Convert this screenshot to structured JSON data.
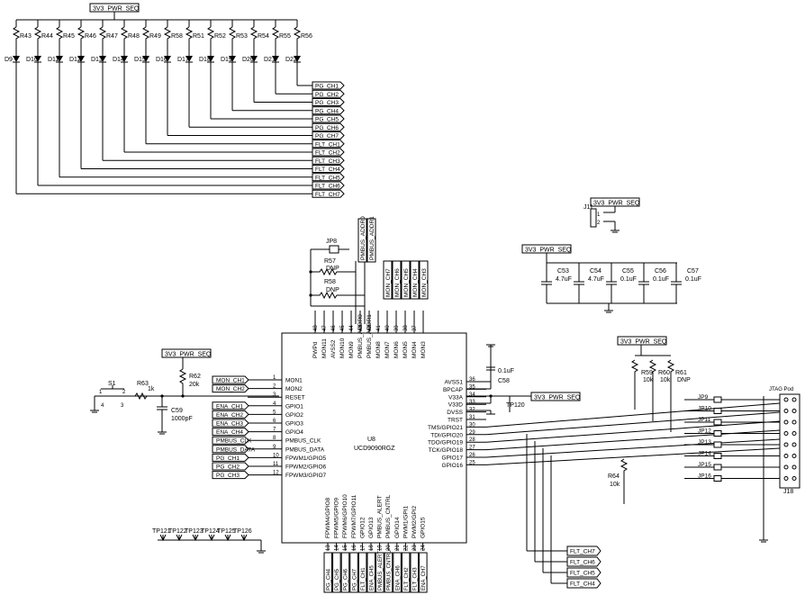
{
  "supply_tag": "3V3_PWR_SEQ",
  "top_resistors": [
    "R43",
    "R44",
    "R45",
    "R46",
    "R47",
    "R48",
    "R49",
    "R58",
    "R51",
    "R52",
    "R53",
    "R54",
    "R55",
    "R56"
  ],
  "top_leds": [
    "D9",
    "D10",
    "D11",
    "D12",
    "D13",
    "D14",
    "D15",
    "D16",
    "D17",
    "D18",
    "D19",
    "D20",
    "D21",
    "D22"
  ],
  "pg_flt_labels": [
    "PG_CH1",
    "PG_CH2",
    "PG_CH3",
    "PG_CH4",
    "PG_CH5",
    "PG_CH6",
    "PG_CH7",
    "FLT_CH1",
    "FLT_CH2",
    "FLT_CH3",
    "FLT_CH4",
    "FLT_CH5",
    "FLT_CH6",
    "FLT_CH7"
  ],
  "ic": {
    "ref": "U8",
    "part": "UCD9090RGZ"
  },
  "left_pins": [
    {
      "num": "1",
      "name": "MON1",
      "net": "MON_CH1"
    },
    {
      "num": "2",
      "name": "MON2",
      "net": "MON_CH2"
    },
    {
      "num": "3",
      "name": "RESET",
      "net": ""
    },
    {
      "num": "4",
      "name": "GPIO1",
      "net": "ENA_CH1"
    },
    {
      "num": "5",
      "name": "GPIO2",
      "net": "ENA_CH2"
    },
    {
      "num": "6",
      "name": "GPIO3",
      "net": "ENA_CH3"
    },
    {
      "num": "7",
      "name": "GPIO4",
      "net": "ENA_CH4"
    },
    {
      "num": "8",
      "name": "PMBUS_CLK",
      "net": "PMBUS_CLK"
    },
    {
      "num": "9",
      "name": "PMBUS_DATA",
      "net": "PMBUS_DATA"
    },
    {
      "num": "10",
      "name": "FPWM1/GPIO5",
      "net": "PG_CH1"
    },
    {
      "num": "11",
      "name": "FPWM2/GPIO6",
      "net": "PG_CH2"
    },
    {
      "num": "12",
      "name": "FPWM3/GPIO7",
      "net": "PG_CH3"
    }
  ],
  "right_pins": [
    {
      "num": "36",
      "name": "AVSS1"
    },
    {
      "num": "35",
      "name": "BPCAP"
    },
    {
      "num": "34",
      "name": "V33A"
    },
    {
      "num": "33",
      "name": "V33D"
    },
    {
      "num": "32",
      "name": "DVSS"
    },
    {
      "num": "31",
      "name": "TRST"
    },
    {
      "num": "30",
      "name": "TMS/GPIO21"
    },
    {
      "num": "29",
      "name": "TDI/GPIO20"
    },
    {
      "num": "28",
      "name": "TDO/GPIO19"
    },
    {
      "num": "27",
      "name": "TCK/GPIO18"
    },
    {
      "num": "26",
      "name": "GPIO17"
    },
    {
      "num": "25",
      "name": "GPIO16"
    }
  ],
  "top_pins": [
    {
      "num": "48",
      "name": "PWPd"
    },
    {
      "num": "47",
      "name": "MON11"
    },
    {
      "num": "46",
      "name": "AVSS2"
    },
    {
      "num": "45",
      "name": "MON10"
    },
    {
      "num": "44",
      "name": "MON9"
    },
    {
      "num": "43",
      "name": "PMBUS_ADDR0"
    },
    {
      "num": "42",
      "name": "PMBUS_ADDR1"
    },
    {
      "num": "41",
      "name": "MON8"
    },
    {
      "num": "40",
      "name": "MON7"
    },
    {
      "num": "39",
      "name": "MON6"
    },
    {
      "num": "38",
      "name": "MON5"
    },
    {
      "num": "37",
      "name": "MON4"
    },
    {
      "num": "",
      "name": "MON3"
    }
  ],
  "bottom_pins": [
    {
      "num": "13",
      "name": "FPWM4/GPIO8",
      "net": "PG_CH4"
    },
    {
      "num": "14",
      "name": "FPWM5/GPIO9",
      "net": "PG_CH5"
    },
    {
      "num": "15",
      "name": "FPWM6/GPIO10",
      "net": "PG_CH6"
    },
    {
      "num": "16",
      "name": "FPWM7/GPIO11",
      "net": "PG_CH7"
    },
    {
      "num": "17",
      "name": "GPIO12",
      "net": "FLT_CH1"
    },
    {
      "num": "18",
      "name": "GPIO13",
      "net": "ENA_CH5"
    },
    {
      "num": "19",
      "name": "PMBUS_ALERT",
      "net": "PMBUS_ALERT"
    },
    {
      "num": "20",
      "name": "PMBUS_CNTRL",
      "net": "PMBUS_CNTRL"
    },
    {
      "num": "21",
      "name": "GPIO14",
      "net": "ENA_CH6"
    },
    {
      "num": "22",
      "name": "PWM1/GPI1",
      "net": "FLT_CH2"
    },
    {
      "num": "23",
      "name": "PWM2/GPI2",
      "net": "FLT_CH3"
    },
    {
      "num": "24",
      "name": "GPIO15",
      "net": "ENA_CH7"
    }
  ],
  "addr_nets": [
    "PMBUS_ADDR0",
    "PMBUS_ADDR1"
  ],
  "mon_nets": [
    "MON_CH7",
    "MON_CH6",
    "MON_CH5",
    "MON_CH4",
    "MON_CH3"
  ],
  "jp8": {
    "ref": "JP8",
    "r57": "R57",
    "r57v": "DNP",
    "r58": "R58",
    "r58v": "DNP"
  },
  "reset_ckt": {
    "s1": "S1",
    "p1": "1",
    "p2": "2",
    "p3": "3",
    "p4": "4",
    "r63": "R63",
    "r63v": "1k",
    "r62": "R62",
    "r62v": "20k",
    "c59": "C59",
    "c59v": "1000pF"
  },
  "caps": [
    {
      "ref": "C53",
      "val": "4.7uF"
    },
    {
      "ref": "C54",
      "val": "4.7uF"
    },
    {
      "ref": "C55",
      "val": "0.1uF"
    },
    {
      "ref": "C56",
      "val": "0.1uF"
    },
    {
      "ref": "C57",
      "val": "0.1uF"
    }
  ],
  "c58": {
    "ref": "C58",
    "val": "0.1uF"
  },
  "j11": {
    "ref": "J11",
    "p1": "1",
    "p2": "2"
  },
  "tp120": "TP120",
  "jtag": {
    "title": "JTAG Pod",
    "ref": "J18",
    "jps": [
      "JP9",
      "JP10",
      "JP11",
      "JP12",
      "JP13",
      "JP14",
      "JP15",
      "JP16"
    ],
    "r59": "R59",
    "r59v": "10k",
    "r60": "R60",
    "r60v": "10k",
    "r61": "R61",
    "r61v": "DNP",
    "r64": "R64",
    "r64v": "10k"
  },
  "flt_right": [
    "FLT_CH7",
    "FLT_CH6",
    "FLT_CH5",
    "FLT_CH4"
  ],
  "tps": [
    "TP121",
    "TP122",
    "TP123",
    "TP124",
    "TP125",
    "TP126"
  ]
}
